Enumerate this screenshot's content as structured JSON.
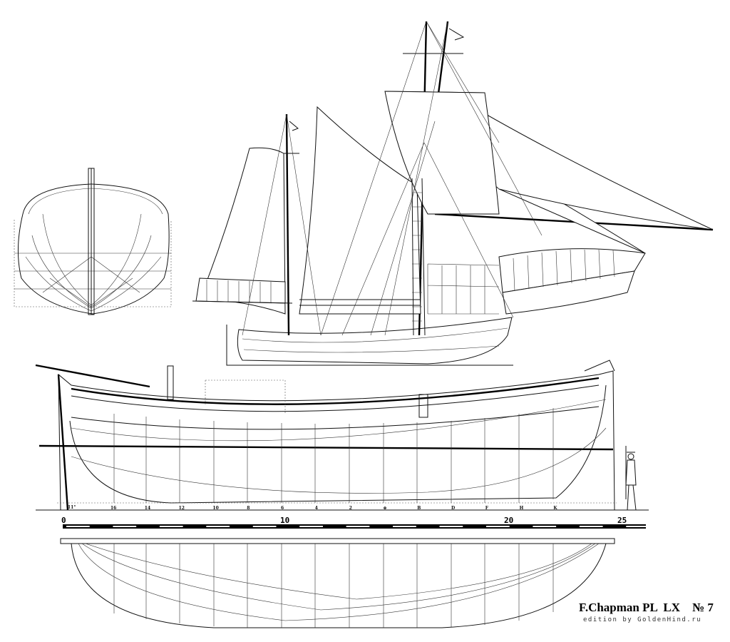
{
  "drawing": {
    "caption": "F.Chapman PL  LX    № 7",
    "edition": "edition by GoldenHind.ru",
    "station_labels": [
      "16",
      "14",
      "12",
      "10",
      "8",
      "6",
      "4",
      "2",
      "⊕",
      "B",
      "D",
      "F",
      "H",
      "K"
    ],
    "scale": {
      "labels": [
        "0",
        "10",
        "20",
        "25"
      ],
      "max": 25
    },
    "stern_mark": "11°"
  }
}
